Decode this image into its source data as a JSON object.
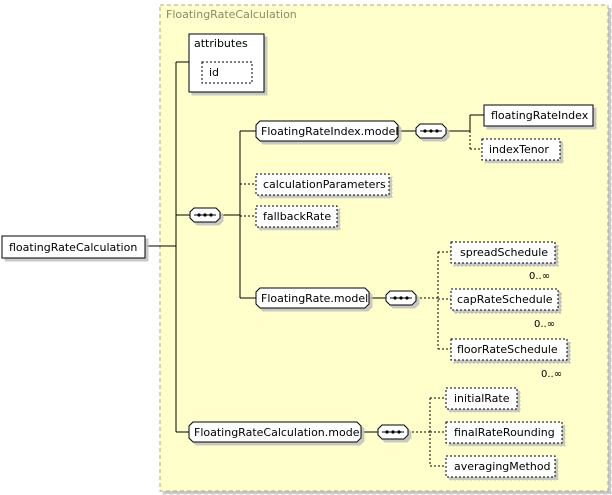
{
  "diagram": {
    "type_name": "FloatingRateCalculation",
    "root": "floatingRateCalculation",
    "attributes": {
      "title": "attributes",
      "id": "id"
    },
    "model_floating_rate_index": "FloatingRateIndex.model",
    "floating_rate_index": "floatingRateIndex",
    "index_tenor": "indexTenor",
    "calculation_parameters": "calculationParameters",
    "fallback_rate": "fallbackRate",
    "model_floating_rate": "FloatingRate.model",
    "spread_schedule": "spreadSchedule",
    "spread_occurrence": "0..∞",
    "cap_rate_schedule": "capRateSchedule",
    "cap_occurrence": "0..∞",
    "floor_rate_schedule": "floorRateSchedule",
    "floor_occurrence": "0..∞",
    "model_floating_rate_calculation": "FloatingRateCalculation.model",
    "initial_rate": "initialRate",
    "final_rate_rounding": "finalRateRounding",
    "averaging_method": "averagingMethod"
  },
  "colors": {
    "type_fill": "#ffffcc",
    "type_border": "#a8a880",
    "element_fill": "#ffffff",
    "line": "#000000",
    "shadow": "#a0a0a0"
  }
}
